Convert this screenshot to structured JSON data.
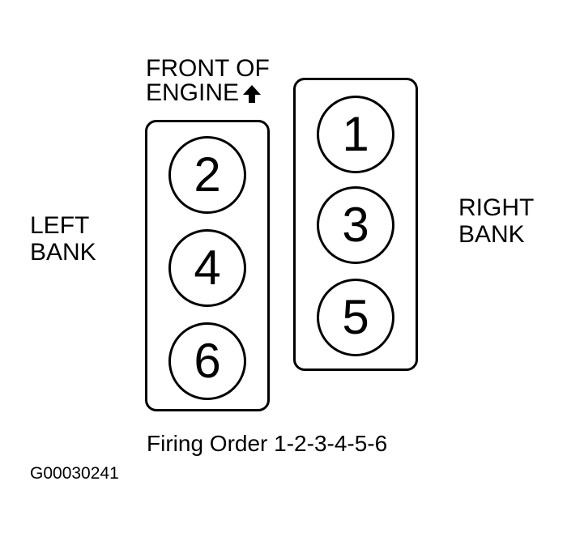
{
  "front_label": {
    "line1": "FRONT OF",
    "line2": "ENGINE",
    "arrow_icon": "up-arrow-icon"
  },
  "left_bank": {
    "label_line1": "LEFT",
    "label_line2": "BANK",
    "cylinders": [
      "2",
      "4",
      "6"
    ]
  },
  "right_bank": {
    "label_line1": "RIGHT",
    "label_line2": "BANK",
    "cylinders": [
      "1",
      "3",
      "5"
    ]
  },
  "firing_order": "Firing Order 1-2-3-4-5-6",
  "figure_id": "G00030241"
}
